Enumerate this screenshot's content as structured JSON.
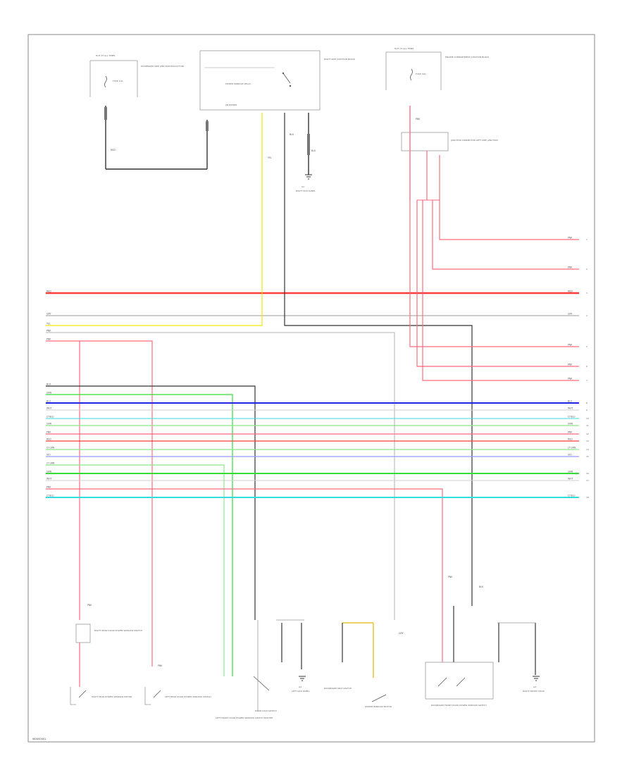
{
  "figure_id": "W0000001",
  "colors": {
    "red": "#ff3b3b",
    "pink": "#ff6b7f",
    "yellow": "#f2e600",
    "black": "#333333",
    "gray": "#9a9a9a",
    "blue": "#2323e6",
    "green": "#33dd33",
    "light_green": "#8ce88c",
    "cyan": "#33dddd",
    "lavender": "#9999ff",
    "orange": "#e8b400",
    "frame": "#8a8a8a"
  },
  "wires_left": [
    {
      "code": "RED"
    },
    {
      "code": "GRY"
    },
    {
      "code": "YEL"
    },
    {
      "code": "PNK"
    },
    {
      "code": "PNK"
    },
    {
      "code": "BLK"
    },
    {
      "code": "GRN"
    },
    {
      "code": "BLU"
    },
    {
      "code": "WHT"
    },
    {
      "code": "LT BLU"
    },
    {
      "code": "GRN"
    },
    {
      "code": "PNK"
    },
    {
      "code": "RED"
    },
    {
      "code": "LT GRN"
    },
    {
      "code": "VIO"
    },
    {
      "code": "LT GRN"
    },
    {
      "code": "GRN"
    },
    {
      "code": "WHT"
    },
    {
      "code": "PNK"
    },
    {
      "code": "LT BLU"
    }
  ],
  "wires_right": [
    {
      "code": "PNK",
      "pin": "1"
    },
    {
      "code": "PNK",
      "pin": "2"
    },
    {
      "code": "RED",
      "pin": "3"
    },
    {
      "code": "GRY",
      "pin": "4"
    },
    {
      "code": "PNK",
      "pin": "5"
    },
    {
      "code": "PNK",
      "pin": "6"
    },
    {
      "code": "PNK",
      "pin": "7"
    },
    {
      "code": "BLU",
      "pin": "8"
    },
    {
      "code": "WHT",
      "pin": "9"
    },
    {
      "code": "LT BLU",
      "pin": "10"
    },
    {
      "code": "GRN",
      "pin": "11"
    },
    {
      "code": "PNK",
      "pin": "12"
    },
    {
      "code": "RED",
      "pin": "13"
    },
    {
      "code": "LT GRN",
      "pin": "14"
    },
    {
      "code": "VIO",
      "pin": "15"
    },
    {
      "code": "GRN",
      "pin": "16"
    },
    {
      "code": "WHT",
      "pin": "17"
    },
    {
      "code": "LT BLU",
      "pin": "18"
    }
  ],
  "components": {
    "fuse_box_left": {
      "title": "HOT AT ALL TIMES",
      "desc": "PASSENGER SIDE JUNCTION BLOCK FUSE",
      "fuse": "FUSE 10A",
      "wire": "RED"
    },
    "power_relay": {
      "desc": "RIGHT SIDE JUNCTION BLOCK",
      "relay": "POWER WINDOW RELAY",
      "id": "J/B POWER",
      "w1": "YEL",
      "w2": "BLK",
      "w3": "BLK"
    },
    "ground_top": {
      "id": "G1",
      "desc": "RIGHT KICK PANEL"
    },
    "fuse_box_right": {
      "title": "HOT AT ALL TIMES",
      "desc": "ENGINE COMPARTMENT JUNCTION BLOCK",
      "fuse": "FUSE 30A",
      "wire": "PNK"
    },
    "junction_right": {
      "desc": "JUNCTION CONNECTOR LEFT SIDE JUNCTION"
    },
    "rear_right_switch": {
      "desc": "RIGHT REAR DOOR POWER WINDOW SWITCH",
      "wire": "PNK"
    },
    "rear_right_motor": {
      "desc": "RIGHT REAR POWER WINDOW MOTOR"
    },
    "rear_left_switch": {
      "desc": "LEFT REAR DOOR POWER WINDOW SWITCH",
      "wire": "PNK"
    },
    "front_left_module": {
      "desc": "LEFT FRONT DOOR POWER WINDOW SWITCH MASTER"
    },
    "door_switch": {
      "desc": "DOOR LOCK SWITCH"
    },
    "ground_g2": {
      "id": "G2",
      "desc": "LEFT KICK PANEL"
    },
    "passenger_seat_sw": {
      "desc": "PASSENGER SEAT SWITCH"
    },
    "window_motor_mid": {
      "desc": "POWER WINDOW MOTOR",
      "wire": "GRY"
    },
    "passenger_front_module": {
      "desc": "PASSENGER FRONT DOOR POWER WINDOW SWITCH",
      "w1": "PNK",
      "w2": "BLK"
    },
    "ground_g3": {
      "id": "G3",
      "desc": "RIGHT FRONT DOOR"
    }
  }
}
